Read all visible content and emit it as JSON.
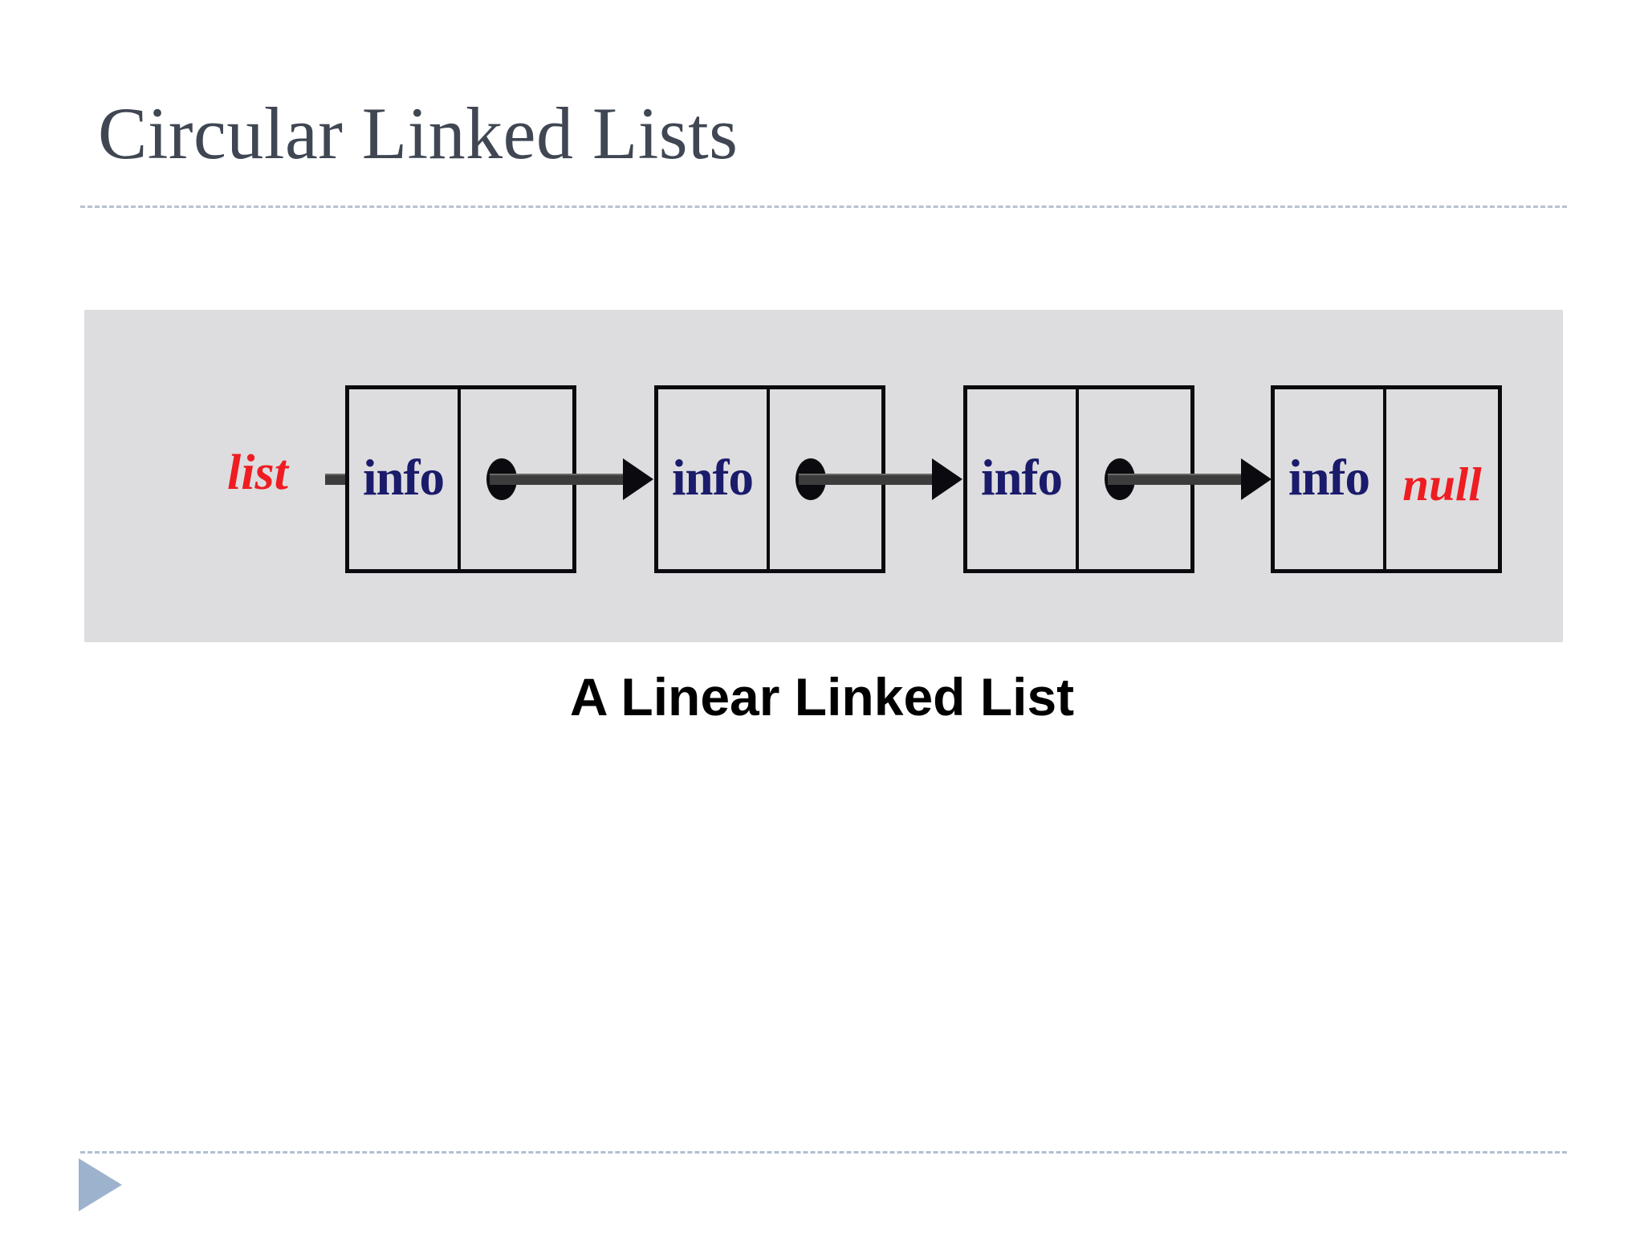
{
  "slide": {
    "title": "Circular Linked Lists",
    "title_color": "#404753",
    "background": "#ffffff"
  },
  "rules": {
    "title_rule_color": "#b8c2d0",
    "footer_rule_color": "#b1bfd2",
    "triangle_color": "#9db2cc",
    "triangle_icon": "play-triangle-icon"
  },
  "diagram": {
    "panel_color": "#dddddf",
    "pointer_label": "list",
    "pointer_label_color": "#ee1d22",
    "info_label": "info",
    "info_label_color": "#1b1b6b",
    "null_label": "null",
    "null_label_color": "#ee1d22",
    "node_border_color": "#0b0b0f",
    "arrow_color": "#3c3c3c",
    "dot_color": "#0b0b0f",
    "nodes": [
      {
        "info": "info",
        "link": "dot"
      },
      {
        "info": "info",
        "link": "dot"
      },
      {
        "info": "info",
        "link": "dot"
      },
      {
        "info": "info",
        "link": "null"
      }
    ]
  },
  "caption": {
    "text": "A Linear Linked List",
    "color": "#000000"
  }
}
